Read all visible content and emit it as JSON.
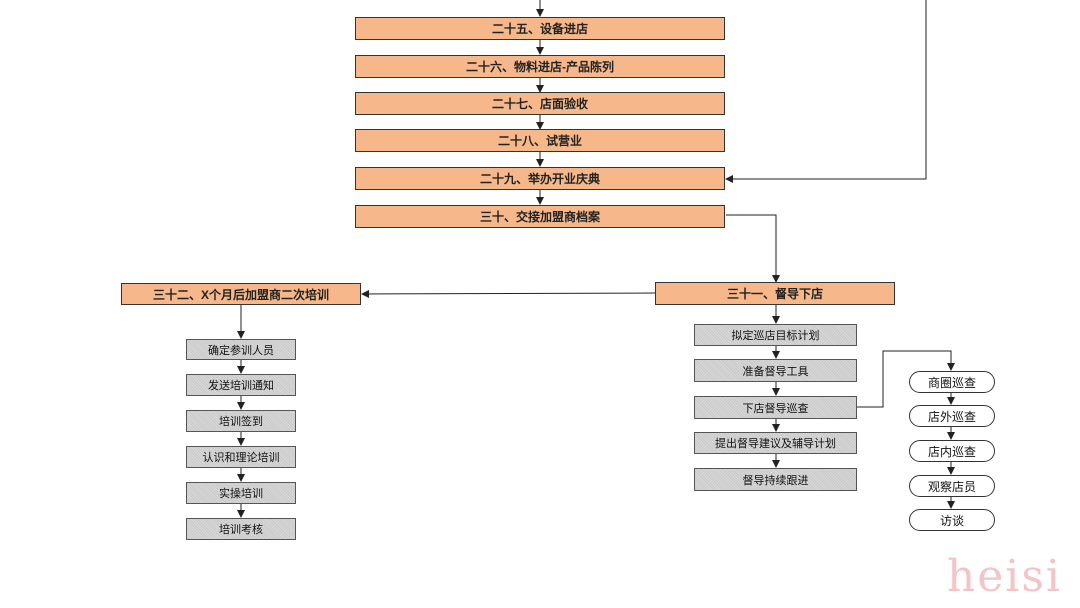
{
  "main_steps": {
    "s25": "二十五、设备进店",
    "s26": "二十六、物料进店-产品陈列",
    "s27": "二十七、店面验收",
    "s28": "二十八、试营业",
    "s29": "二十九、举办开业庆典",
    "s30": "三十、交接加盟商档案",
    "s31": "三十一、督导下店",
    "s32": "三十二、X个月后加盟商二次培训"
  },
  "training_steps": [
    "确定参训人员",
    "发送培训通知",
    "培训签到",
    "认识和理论培训",
    "实操培训",
    "培训考核"
  ],
  "supervision_steps": [
    "拟定巡店目标计划",
    "准备督导工具",
    "下店督导巡查",
    "提出督导建议及辅导计划",
    "督导持续跟进"
  ],
  "inspection_items": [
    "商圈巡查",
    "店外巡查",
    "店内巡查",
    "观察店员",
    "访谈"
  ],
  "watermark": "heisi",
  "colors": {
    "main_fill": "#f6b88a",
    "sub_fill": "#cfcfcf",
    "line": "#222222"
  }
}
